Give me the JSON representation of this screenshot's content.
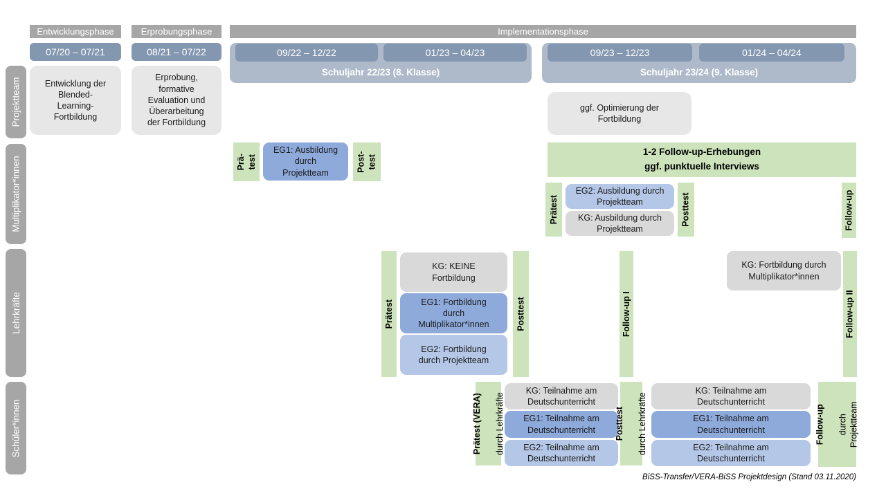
{
  "header": {
    "phases": [
      {
        "label": "Entwicklungsphase"
      },
      {
        "label": "Erprobungsphase"
      },
      {
        "label": "Implementationsphase"
      }
    ],
    "standalone_dates": [
      "07/20 – 07/21",
      "08/21 – 07/22"
    ],
    "school_years": [
      {
        "label": "Schuljahr 22/23 (8. Klasse)",
        "dates": [
          "09/22 – 12/22",
          "01/23 – 04/23"
        ]
      },
      {
        "label": "Schuljahr 23/24 (9. Klasse)",
        "dates": [
          "09/23 – 12/23",
          "01/24 – 04/24"
        ]
      }
    ]
  },
  "row_labels": [
    "Projektteam",
    "Multiplikator*innen",
    "Lehrkräfte",
    "Schüler*innen"
  ],
  "projektteam": {
    "entwicklung": "Entwicklung der\nBlended-\nLearning-\nFortbildung",
    "erprobung": "Erprobung,\nformative\nEvaluation und\nÜberarbeitung\nder Fortbildung",
    "optimierung": "ggf. Optimierung der\nFortbildung"
  },
  "multiplikator": {
    "praetest1": "Prä-\ntest",
    "eg1": "EG1: Ausbildung\ndurch\nProjektteam",
    "posttest1": "Post-\ntest",
    "followup_bar": "1-2 Follow-up-Erhebungen\nggf. punktuelle Interviews",
    "praetest2": "Prätest",
    "eg2": "EG2: Ausbildung durch\nProjektteam",
    "kg": "KG: Ausbildung durch\nProjektteam",
    "posttest2": "Posttest",
    "followup": "Follow-up"
  },
  "lehrkraefte": {
    "praetest": "Prätest",
    "kg": "KG: KEINE\nFortbildung",
    "eg1": "EG1: Fortbildung\ndurch\nMultiplikator*innen",
    "eg2": "EG2: Fortbildung\ndurch Projektteam",
    "posttest": "Posttest",
    "followup1": "Follow-up I",
    "kg2": "KG: Fortbildung durch\nMultiplikator*innen",
    "followup2": "Follow-up II"
  },
  "schueler": {
    "praetest_bold": "Prätest (VERA)",
    "praetest_rest": "durch Lehrkräfte",
    "block1": {
      "kg": "KG: Teilnahme am\nDeutschunterricht",
      "eg1": "EG1: Teilnahme am\nDeutschunterricht",
      "eg2": "EG2: Teilnahme am\nDeutschunterricht"
    },
    "posttest_bold": "Posttest",
    "posttest_rest": "durch Lehrkräfte",
    "block2": {
      "kg": "KG: Teilnahme am\nDeutschunterricht",
      "eg1": "EG1: Teilnahme am\nDeutschunterricht",
      "eg2": "EG2: Teilnahme am\nDeutschunterricht"
    },
    "followup_bold": "Follow-up",
    "followup_rest": "durch\nProjektteam"
  },
  "footer": "BiSS-Transfer/VERA-BiSS Projektdesign (Stand 03.11.2020)",
  "colors": {
    "phase_bar": "#a6a6a6",
    "row_label": "#a6a6a6",
    "date_bar": "#8497b0",
    "school_year_bar": "#aebaca",
    "light_gray_box": "#e8e7e7",
    "kg_box": "#d9d9d9",
    "eg1_box": "#8eaadb",
    "eg2_box": "#b4c7e7",
    "green_bar": "#cde3bc",
    "text_dark": "#1a1a1a"
  }
}
